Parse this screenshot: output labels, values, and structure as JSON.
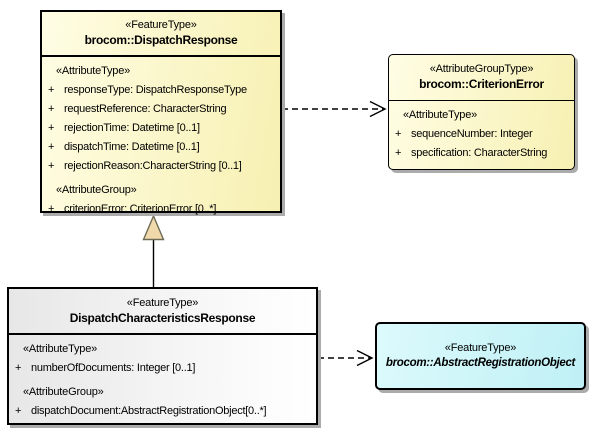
{
  "colors": {
    "node_yellow_start": "#FFFDE4",
    "node_yellow_end": "#F7F0B2",
    "node_cyan_start": "#DCFAFC",
    "node_cyan_end": "#BFF0F5",
    "node_gray_start": "#E7E7E7",
    "node_gray_end": "#FFFFFF",
    "node_border": "#000000",
    "shadow": "#ABABAB",
    "generalization_triangle_fill": "#F0DAAC",
    "connector_color": "#000000"
  },
  "nodes": {
    "dispatchResponse": {
      "stereotype": "«FeatureType»",
      "name": "brocom::DispatchResponse",
      "sections": [
        {
          "heading": "«AttributeType»",
          "attrs": [
            {
              "vis": "+",
              "text": "responseType: DispatchResponseType"
            },
            {
              "vis": "+",
              "text": "requestReference: CharacterString"
            },
            {
              "vis": "+",
              "text": "rejectionTime: Datetime [0..1]"
            },
            {
              "vis": "+",
              "text": "dispatchTime: Datetime [0..1]"
            },
            {
              "vis": "+",
              "text": "rejectionReason:CharacterString [0..1]"
            }
          ]
        },
        {
          "heading": "«AttributeGroup»",
          "attrs": [
            {
              "vis": "+",
              "text": "criterionError: CriterionError [0..*]"
            }
          ]
        }
      ]
    },
    "criterionError": {
      "stereotype": "«AttributeGroupType»",
      "name": "brocom::CriterionError",
      "sections": [
        {
          "heading": "«AttributeType»",
          "attrs": [
            {
              "vis": "+",
              "text": "sequenceNumber: Integer"
            },
            {
              "vis": "+",
              "text": "specification: CharacterString"
            }
          ]
        }
      ]
    },
    "dispatchCharacteristicsResponse": {
      "stereotype": "«FeatureType»",
      "name": "DispatchCharacteristicsResponse",
      "sections": [
        {
          "heading": "«AttributeType»",
          "attrs": [
            {
              "vis": "+",
              "text": "numberOfDocuments: Integer [0..1]"
            }
          ]
        },
        {
          "heading": "«AttributeGroup»",
          "attrs": [
            {
              "vis": "+",
              "text": "dispatchDocument:AbstractRegistrationObject[0..*]"
            }
          ]
        }
      ]
    },
    "abstractRegistrationObject": {
      "stereotype": "«FeatureType»",
      "name": "brocom::AbstractRegistrationObject"
    }
  },
  "edges": [
    {
      "type": "dependency",
      "from": "brocom::DispatchResponse",
      "to": "brocom::CriterionError",
      "line": "dashed",
      "arrowhead": "open"
    },
    {
      "type": "generalization",
      "from": "DispatchCharacteristicsResponse",
      "to": "brocom::DispatchResponse",
      "line": "solid",
      "arrowhead": "hollow-triangle"
    },
    {
      "type": "dependency",
      "from": "DispatchCharacteristicsResponse",
      "to": "brocom::AbstractRegistrationObject",
      "line": "dashed",
      "arrowhead": "open"
    }
  ]
}
